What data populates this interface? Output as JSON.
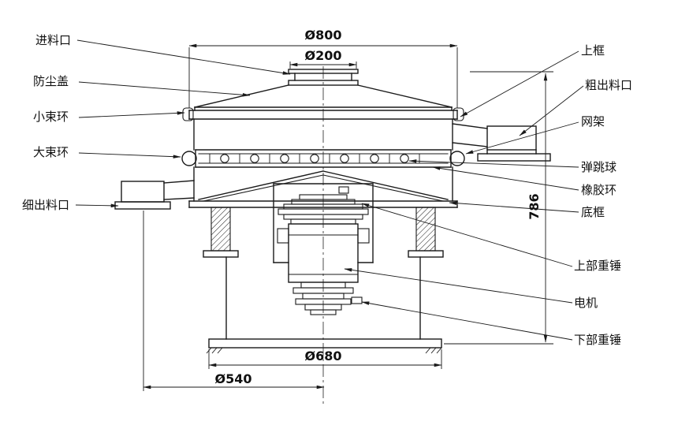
{
  "drawing": {
    "background": "#ffffff",
    "line_color": "#1a1a1a",
    "subject": "vibrating-sieve-section-drawing"
  },
  "labels": {
    "feed_inlet": "进料口",
    "dust_cover": "防尘盖",
    "small_clamp_ring": "小束环",
    "large_clamp_ring": "大束环",
    "fine_outlet": "细出料口",
    "upper_frame": "上框",
    "coarse_outlet": "粗出料口",
    "screen_frame": "网架",
    "bounce_ball": "弹跳球",
    "rubber_ring": "橡胶环",
    "bottom_frame": "底框",
    "upper_weight": "上部重锤",
    "motor": "电机",
    "lower_weight": "下部重锤"
  },
  "dimensions": {
    "top_diameter": "Ø800",
    "inlet_diameter": "Ø200",
    "overall_height": "786",
    "base_diameter": "Ø680",
    "outlet_span": "Ø540"
  }
}
